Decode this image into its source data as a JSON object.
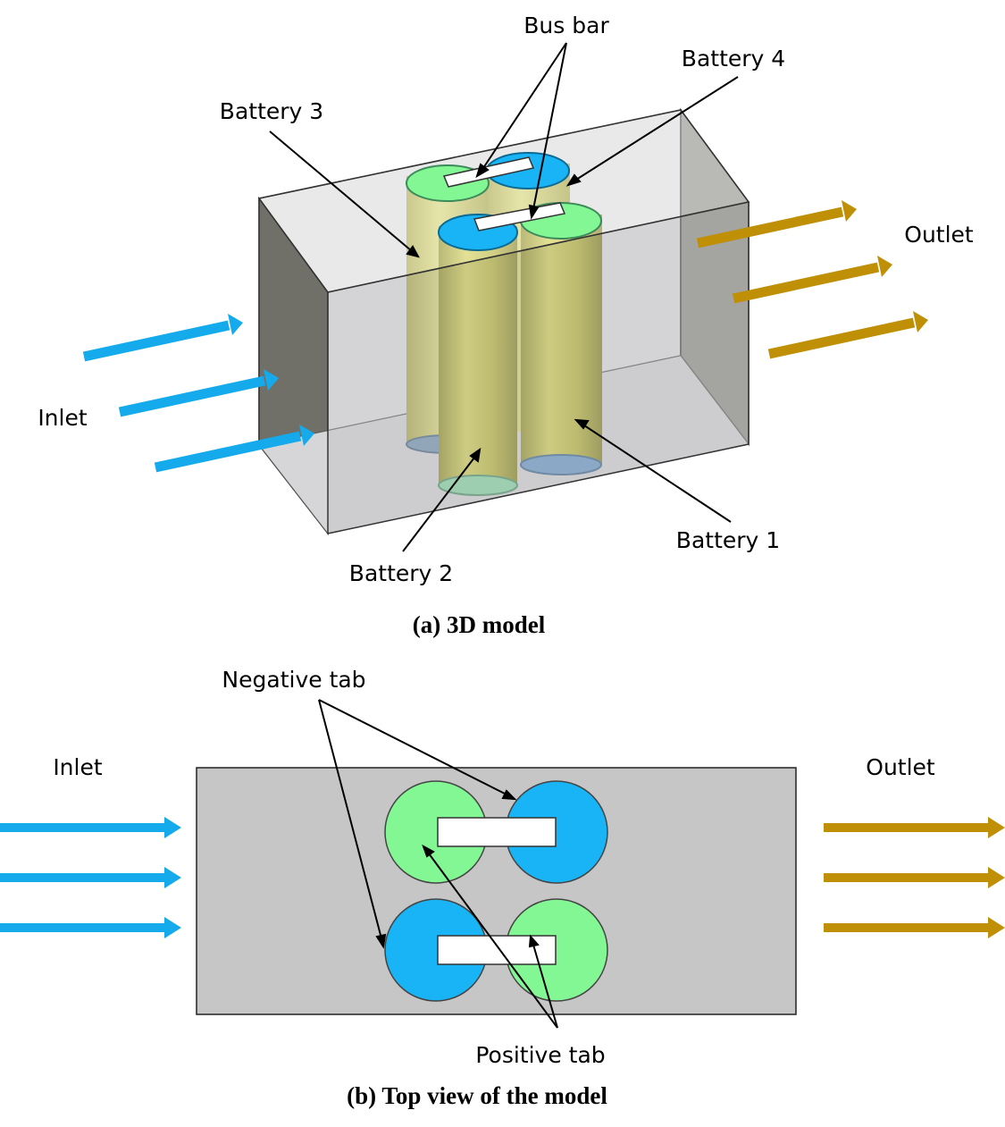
{
  "colors": {
    "inlet_arrow": "#14aaec",
    "outlet_arrow": "#bf8f06",
    "negative_tab": "#18b4f6",
    "positive_tab": "#82f794",
    "battery_body": "#b7b428",
    "enclosure_top_view": "#c6c6c6",
    "bus_bar": "#ffffff"
  },
  "panel_a": {
    "caption": "(a) 3D model",
    "labels": {
      "bus_bar": "Bus bar",
      "battery_1": "Battery 1",
      "battery_2": "Battery 2",
      "battery_3": "Battery 3",
      "battery_4": "Battery 4",
      "inlet": "Inlet",
      "outlet": "Outlet"
    }
  },
  "panel_b": {
    "caption": "(b) Top view of the model",
    "labels": {
      "negative_tab": "Negative tab",
      "positive_tab": "Positive tab",
      "inlet": "Inlet",
      "outlet": "Outlet"
    }
  }
}
